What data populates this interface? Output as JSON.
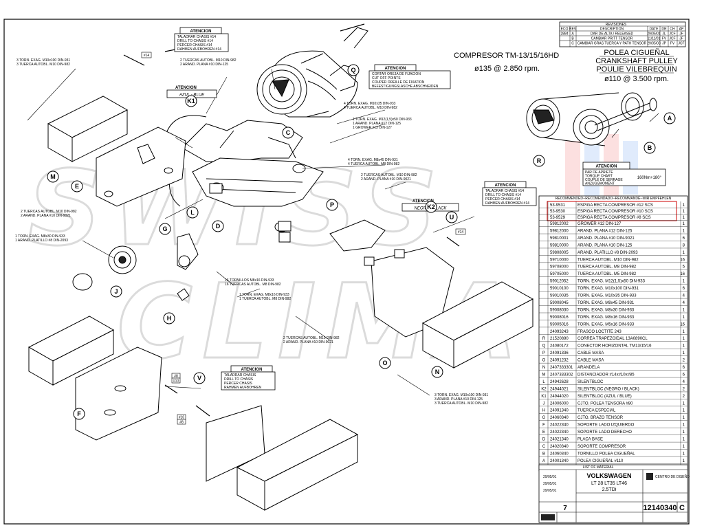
{
  "revisions": {
    "title": "REVISIONES",
    "headers": [
      "ECO",
      "REV",
      "DESCRIPTION",
      "DATE",
      "DR",
      "CH",
      "AP"
    ],
    "rows": [
      [
        "2884",
        "A",
        "DAR DE ALTA / RELEASED",
        "29/05/01",
        "JL",
        "JCF",
        "JF"
      ],
      [
        "",
        "B",
        "CAMBIAR PRITT TENSOR",
        "11/11/01",
        "FV",
        "JCF",
        "JF"
      ],
      [
        "",
        "C",
        "CAMBIAR GRAS TUERCA Y PATH TENSOR",
        "29/05/03",
        "JP",
        "FV",
        "JCF"
      ]
    ]
  },
  "compressor_title": {
    "line1": "COMPRESOR TM-13/15/16HD",
    "line2": "ø135 @ 2.850 rpm."
  },
  "pulley_title": {
    "line1": "POLEA CIGUEÑAL",
    "line2": "CRANKSHAFT PULLEY",
    "line3": "POULIE VILEBREQUIN",
    "line4": "ø110 @ 3.500 rpm."
  },
  "warnings": {
    "drill": {
      "title": "ATENCION",
      "lines": [
        "TALADRAR CHASIS #14",
        "DRILL TO CHASIS #14",
        "PERCER CHASIS #14",
        "RAHMEN AUFBOHREN #14"
      ]
    },
    "cut": {
      "title": "ATENCION",
      "lines": [
        "CORTAR OREJA DE FIJACION",
        "CUT OFF POINTS",
        "COUPER OREILLE DE FIXATION",
        "BEFESTIGUNGSLASCHE ABSCHNEIDEN"
      ]
    },
    "blue": {
      "title": "ATENCION",
      "text": "AZUL - BLUE"
    },
    "black": {
      "title": "ATENCION",
      "text": "NEGRO - BLACK"
    },
    "torque": {
      "title": "ATENCION",
      "lines": [
        "PAR DE APRIETE",
        "TORQUE CHART",
        "COUPLE DE SERRAGE",
        "ANZUGSMOMENT"
      ],
      "value": "160Nm+180°"
    },
    "drill2": {
      "title": "ATENCION",
      "lines": [
        "TALADRAR CHASIS #14",
        "DRILL TO CHASIS #14",
        "PERCER CHASIS #14",
        "RAHMEN AUFBOHREN #14"
      ]
    },
    "drill3": {
      "title": "ATENCION",
      "lines": [
        "TALADRAR CHASIS",
        "DRILL TO CHASIS",
        "PERCER CHASIS",
        "RAHMEN AUFBOHREN"
      ]
    }
  },
  "small_tags": {
    "t14a": "#14",
    "t14b": "#14",
    "t8": "#8",
    "t10": "#10",
    "t10b": "#10",
    "t8b": "#8"
  },
  "callouts": {
    "c1": [
      "3 TORN. EXAG. M10x100 DIN-931",
      "3 TUERCA AUTOBL. M10 DIN-982"
    ],
    "c2": [
      "2 TUERCAS AUTOBL. M10 DIN-982",
      "2 ARAND. PLANA #10 DIN-125"
    ],
    "c3": [
      "4 TORN. EXAG. M10x35 DIN-933",
      "4 TUERCA AUTOBL. M10 DIN-982"
    ],
    "c4": [
      "1 TORN. EXAG. M12(1,5)x50 DIN-933",
      "1 ARAND. PLANA #12 DIN-125",
      "1 GROWER #12 DIN-127"
    ],
    "c5": [
      "4 TORN. EXAG. M8x45 DIN-931",
      "4 TUERCA AUTOBL. M8 DIN-982"
    ],
    "c6": [
      "2 TUERCAS AUTOBL. M10 DIN-982",
      "2 ARAND. PLANA #10 DIN-9021"
    ],
    "c7": [
      "2 TUERCAS AUTOBL. M10 DIN-982",
      "2 ARAND. PLANA #10 DIN-9021"
    ],
    "c8": [
      "1 TORN. EXAG. M8x30 DIN-933",
      "1 ARAND. PLATILLO #8 DIN-2093"
    ],
    "c9": [
      "16 TORNILLOS M8x16 DIN-933",
      "16 TUERCAS AUTOBL. M8 DIN-982"
    ],
    "c10": [
      "1 TORN. EXAG. M8x16 DIN-933",
      "1 TUERCA AUTOBL. M8 DIN-982"
    ],
    "c11": [
      "2 TUERCAS AUTOBL. M10 DIN-982",
      "2 ARAND. PLANA #10 DIN-9021"
    ],
    "c12": [
      "3 TORN. EXAG. M10x100 DIN-931",
      "3 ARAND. PLANA #10 DIN-125",
      "3 TUERCA AUTOBL. M10 DIN-982"
    ]
  },
  "bubbles": {
    "A": "A",
    "B": "B",
    "C": "C",
    "D": "D",
    "E": "E",
    "F": "F",
    "G": "G",
    "H": "H",
    "J": "J",
    "K1": "K1",
    "K2": "K2",
    "L": "L",
    "M": "M",
    "N": "N",
    "O": "O",
    "P": "P",
    "Q": "Q",
    "R": "R",
    "U": "U",
    "V": "V"
  },
  "watermark": {
    "line1": "SWISS",
    "line2": "CLIMA"
  },
  "parts_header": "RECOMMENDED--RECOMENDADO--RECOMMANDÉ--WIR EMPFEHLEN",
  "recommended": [
    [
      "",
      "53-9531",
      "ESPIGA RECTA COMPRESOR #12 SCS",
      "1"
    ],
    [
      "",
      "53-9530",
      "ESPIGA RECTA COMPRESOR #10 SCS",
      "1"
    ],
    [
      "",
      "53-9529",
      "ESPIGA RECTA COMPRESOR #8 SCS",
      "1"
    ]
  ],
  "parts": [
    [
      "",
      "59812002",
      "GROWER #12 DIN-127",
      "1"
    ],
    [
      "",
      "59812000",
      "ARAND. PLANA #12 DIN-125",
      "1"
    ],
    [
      "",
      "59810001",
      "ARAND. PLANA #10 DIN-9021",
      "6"
    ],
    [
      "",
      "59810000",
      "ARAND. PLANA #10 DIN-125",
      "8"
    ],
    [
      "",
      "59808005",
      "ARAND. PLATILLO #8 DIN-2093",
      "1"
    ],
    [
      "",
      "59710000",
      "TUERCA AUTOBL. M10 DIN-982",
      "16"
    ],
    [
      "",
      "59708000",
      "TUERCA AUTOBL. M8 DIN-982",
      "5"
    ],
    [
      "",
      "59705000",
      "TUERCA AUTOBL. M5 DIN-982",
      "16"
    ],
    [
      "",
      "59012052",
      "TORN. EXAG. M12(1,5)x50 DIN-933",
      "1"
    ],
    [
      "",
      "59010100",
      "TORN. EXAG. M10x100 DIN-931",
      "6"
    ],
    [
      "",
      "59010035",
      "TORN. EXAG. M10x35 DIN-933",
      "4"
    ],
    [
      "",
      "59008045",
      "TORN. EXAG. M8x45 DIN-931",
      "4"
    ],
    [
      "",
      "59008030",
      "TORN. EXAG. M8x30 DIN-933",
      "1"
    ],
    [
      "",
      "59008016",
      "TORN. EXAG. M8x16 DIN-933",
      "1"
    ],
    [
      "",
      "59005016",
      "TORN. EXAG. M5x16 DIN-933",
      "16"
    ],
    [
      "",
      "24093243",
      "FRASCO LOCTITE 243",
      "1"
    ],
    [
      "R",
      "21520890",
      "CORREA TRAPEZOIDAL 13A0890CL",
      "1"
    ],
    [
      "Q",
      "24080172",
      "CONECTOR HORIZONTAL TM13/15/16",
      "1"
    ],
    [
      "P",
      "24091336",
      "CABLE MASA",
      "1"
    ],
    [
      "O",
      "24091232",
      "CABLE MASA",
      "2"
    ],
    [
      "N",
      "2407333301",
      "ARANDELA",
      "6"
    ],
    [
      "M",
      "2407333302",
      "DISTANCIADOR #14x#10x#85",
      "6"
    ],
    [
      "L",
      "24942628",
      "SILENTBLOC",
      "4"
    ],
    [
      "K2",
      "24944021",
      "SILENTBLOC (NEGRO / BLACK)",
      "2"
    ],
    [
      "K1",
      "24944020",
      "SILENTBLOC (AZUL / BLUE)",
      "2"
    ],
    [
      "J",
      "24006000",
      "CJTO. POLEA TENSORA #80",
      "1"
    ],
    [
      "H",
      "24091340",
      "TUERCA ESPECIAL",
      "1"
    ],
    [
      "G",
      "24060340",
      "CJTO. BRAZO TENSOR",
      "1"
    ],
    [
      "F",
      "24022340",
      "SOPORTE LADO IZQUIERDO",
      "1"
    ],
    [
      "E",
      "24022340",
      "SOPORTE LADO DERECHO",
      "1"
    ],
    [
      "D",
      "24021340",
      "PLACA BASE",
      "1"
    ],
    [
      "C",
      "24020340",
      "SOPORTE COMPRESOR",
      "1"
    ],
    [
      "B",
      "24060340",
      "TORNILLO POLEA CIGUEÑAL",
      "1"
    ],
    [
      "A",
      "24001340",
      "POLEA CIGUEÑAL #110",
      "1"
    ]
  ],
  "title_block": {
    "list_label": "LIST OF MATERIAL",
    "make": "VOLKSWAGEN",
    "models": "LT 28  LT35  LT46",
    "engine": "2.5TDi",
    "sheet": "7",
    "drawing_number": "12140340",
    "revision": "C",
    "company": "CENTRO DE DISEÑO",
    "drawn_date": "29/05/01",
    "checked_date": "29/05/01",
    "approved_date": "29/05/01"
  }
}
